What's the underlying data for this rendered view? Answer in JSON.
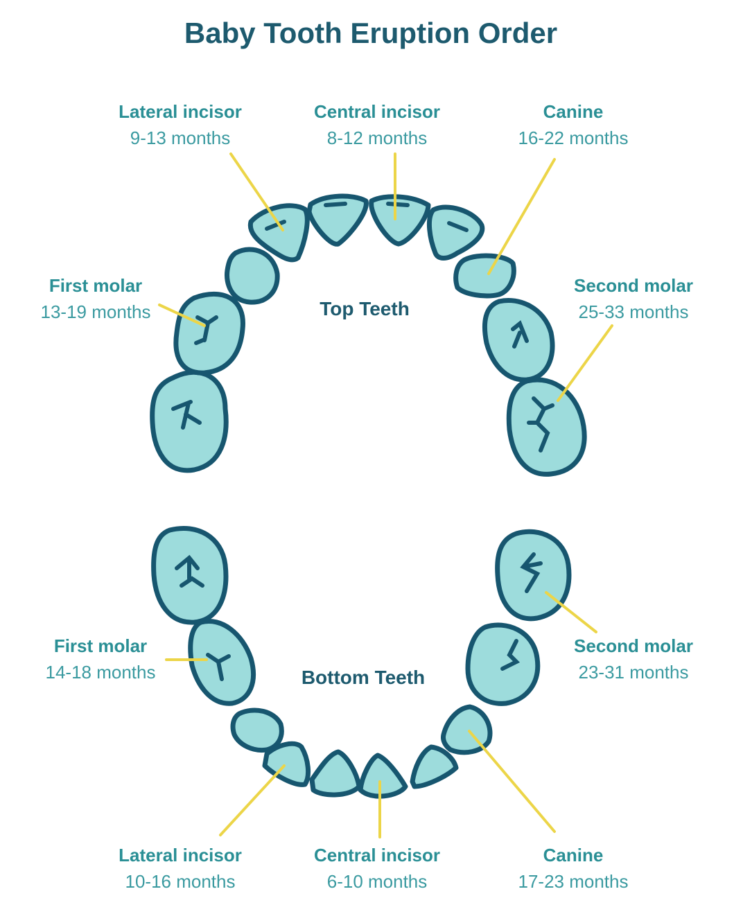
{
  "title": "Baby Tooth Eruption Order",
  "top": {
    "label": "Top Teeth",
    "lateral_incisor": {
      "name": "Lateral incisor",
      "months": "9-13 months"
    },
    "central_incisor": {
      "name": "Central incisor",
      "months": "8-12 months"
    },
    "canine": {
      "name": "Canine",
      "months": "16-22 months"
    },
    "first_molar": {
      "name": "First molar",
      "months": "13-19 months"
    },
    "second_molar": {
      "name": "Second molar",
      "months": "25-33 months"
    }
  },
  "bottom": {
    "label": "Bottom Teeth",
    "first_molar": {
      "name": "First molar",
      "months": "14-18 months"
    },
    "second_molar": {
      "name": "Second molar",
      "months": "23-31 months"
    },
    "lateral_incisor": {
      "name": "Lateral incisor",
      "months": "10-16 months"
    },
    "central_incisor": {
      "name": "Central incisor",
      "months": "6-10 months"
    },
    "canine": {
      "name": "Canine",
      "months": "17-23 months"
    }
  },
  "colors": {
    "tooth": "#9ddcdc",
    "outline": "#17566f",
    "pointer": "#ecd548",
    "label": "#2a8f95",
    "title": "#1d5a6e"
  }
}
